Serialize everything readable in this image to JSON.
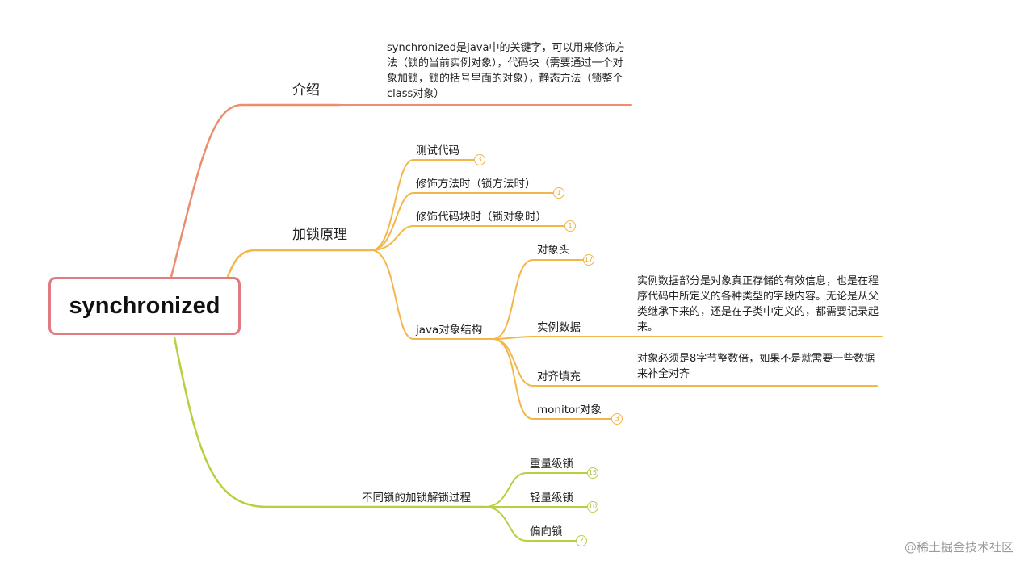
{
  "root": {
    "label": "synchronized"
  },
  "colors": {
    "root_border": "#e07b84",
    "intro_branch": "#ec8e6e",
    "lock_branch": "#f3b64a",
    "process_branch": "#b8cf40",
    "badge_orange": "#f3b64a",
    "badge_green": "#b8cf56"
  },
  "intro": {
    "label": "介绍",
    "note": "synchronized是Java中的关键字，可以用来修饰方法（锁的当前实例对象），代码块（需要通过一个对象加锁，锁的括号里面的对象），静态方法（锁整个class对象）"
  },
  "lock_principle": {
    "label": "加锁原理",
    "test_code": {
      "label": "测试代码",
      "count": "3"
    },
    "method": {
      "label": "修饰方法时（锁方法时）",
      "count": "1"
    },
    "block": {
      "label": "修饰代码块时（锁对象时）",
      "count": "1"
    },
    "object_structure": {
      "label": "java对象结构",
      "header": {
        "label": "对象头",
        "count": "17"
      },
      "instance_data": {
        "label": "实例数据",
        "note": "实例数据部分是对象真正存储的有效信息，也是在程序代码中所定义的各种类型的字段内容。无论是从父类继承下来的，还是在子类中定义的，都需要记录起来。"
      },
      "padding": {
        "label": "对齐填充",
        "note": "对象必须是8字节整数倍，如果不是就需要一些数据来补全对齐"
      },
      "monitor": {
        "label": "monitor对象",
        "count": "3"
      }
    }
  },
  "lock_process": {
    "label": "不同锁的加锁解锁过程",
    "heavy": {
      "label": "重量级锁",
      "count": "15"
    },
    "light": {
      "label": "轻量级锁",
      "count": "10"
    },
    "biased": {
      "label": "偏向锁",
      "count": "2"
    }
  },
  "watermark": "@稀土掘金技术社区"
}
